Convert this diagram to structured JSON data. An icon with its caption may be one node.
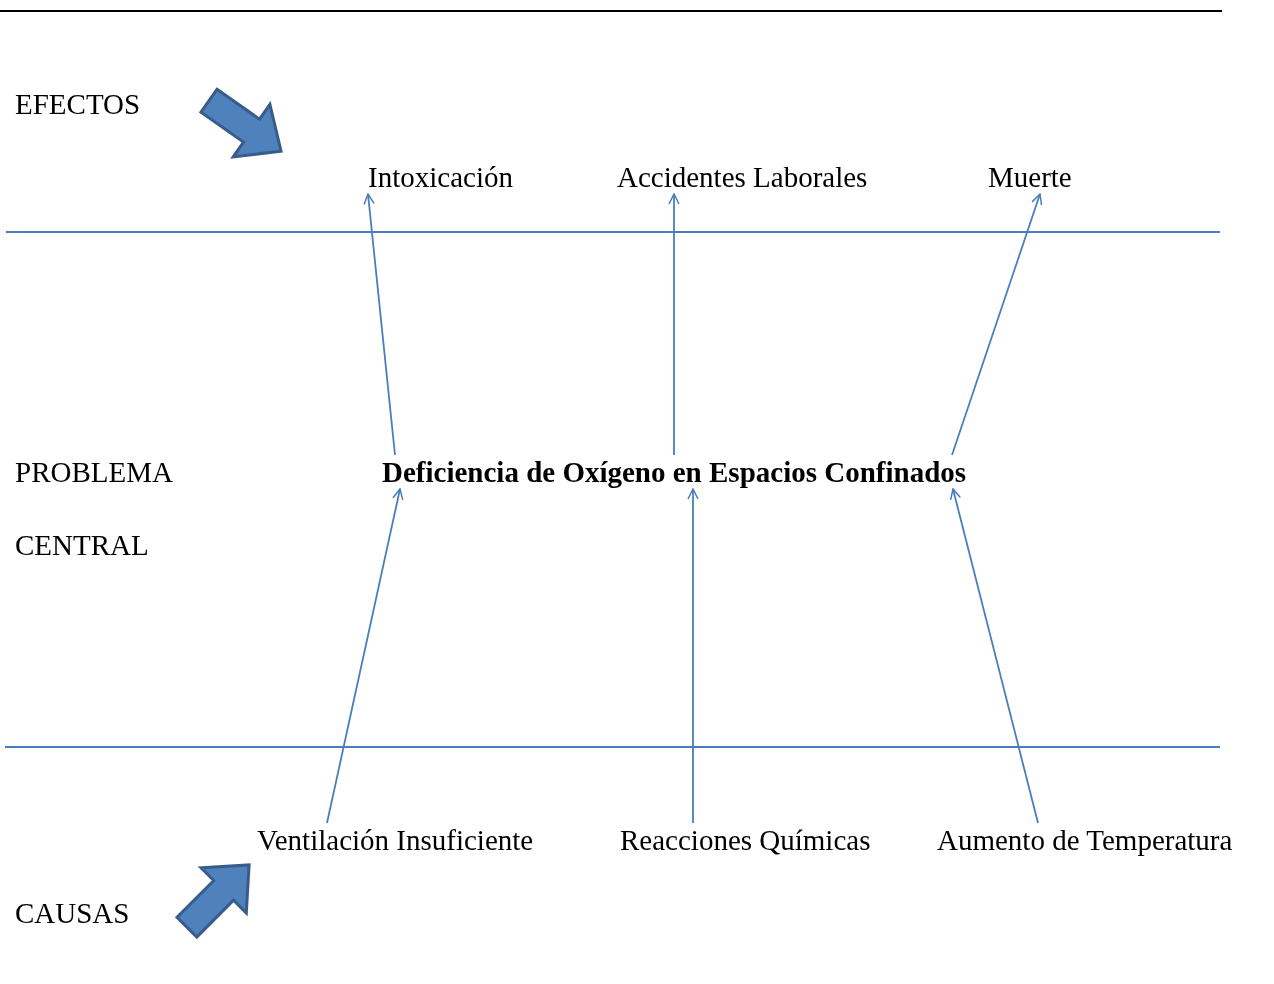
{
  "diagram": {
    "nodes": [
      {
        "text": [
          "Intoxicación"
        ]
      },
      {
        "text": [
          "Accidentes Laborales"
        ]
      },
      {
        "text": [
          "Muerte"
        ]
      },
      {
        "text": [
          "Deficiencia de Oxígeno en Espacios Confinados"
        ]
      },
      {
        "text": [
          "Ventilación Insuficiente"
        ]
      },
      {
        "text": [
          "Reacciones Químicas"
        ]
      },
      {
        "text": [
          "Aumento de Temperatura"
        ]
      }
    ],
    "edges": [
      {
        "from": 3,
        "to": 0,
        "arrow": "to"
      },
      {
        "from": 3,
        "to": 1,
        "arrow": "to"
      },
      {
        "from": 3,
        "to": 2,
        "arrow": "to"
      },
      {
        "from": 4,
        "to": 3,
        "arrow": "to"
      },
      {
        "from": 5,
        "to": 3,
        "arrow": "to"
      },
      {
        "from": 6,
        "to": 3,
        "arrow": "to"
      }
    ],
    "labels": [
      "EFECTOS",
      "PROBLEMA",
      "CENTRAL",
      "CAUSAS"
    ]
  }
}
